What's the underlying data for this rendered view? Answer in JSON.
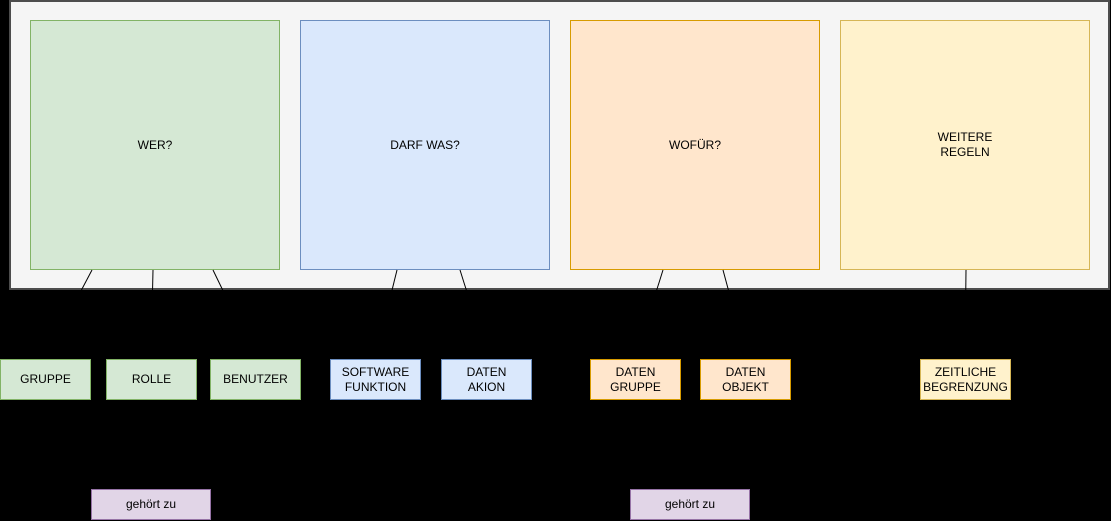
{
  "palette": {
    "background": "#000000",
    "panel_fill": "#f5f5f5",
    "panel_stroke": "#4d4d4d",
    "green_fill": "#d5e8d4",
    "green_stroke": "#82b366",
    "blue_fill": "#dae8fc",
    "blue_stroke": "#6c8ebf",
    "orange_fill": "#ffe6cc",
    "orange_stroke": "#d79b00",
    "yellow_fill": "#fff2cc",
    "yellow_stroke": "#d6b656",
    "purple_fill": "#e1d5e7",
    "purple_stroke": "#9673a6",
    "connector": "#000000"
  },
  "main_boxes": [
    {
      "label": "WER?",
      "color": "green"
    },
    {
      "label": "DARF WAS?",
      "color": "blue"
    },
    {
      "label": "WOFÜR?",
      "color": "orange"
    },
    {
      "label": "WEITERE\nREGELN",
      "color": "yellow"
    }
  ],
  "sub_boxes": [
    {
      "label": "GRUPPE",
      "color": "green",
      "parent": "WER?"
    },
    {
      "label": "ROLLE",
      "color": "green",
      "parent": "WER?"
    },
    {
      "label": "BENUTZER",
      "color": "green",
      "parent": "WER?"
    },
    {
      "label": "SOFTWARE\nFUNKTION",
      "color": "blue",
      "parent": "DARF WAS?"
    },
    {
      "label": "DATEN\nAKION",
      "color": "blue",
      "parent": "DARF WAS?"
    },
    {
      "label": "DATEN\nGRUPPE",
      "color": "orange",
      "parent": "WOFÜR?"
    },
    {
      "label": "DATEN\nOBJEKT",
      "color": "orange",
      "parent": "WOFÜR?"
    },
    {
      "label": "ZEITLICHE\nBEGRENZUNG",
      "color": "yellow",
      "parent": "WEITERE REGELN"
    }
  ],
  "relation_boxes": [
    {
      "label": "gehört zu"
    },
    {
      "label": "gehört zu"
    }
  ]
}
